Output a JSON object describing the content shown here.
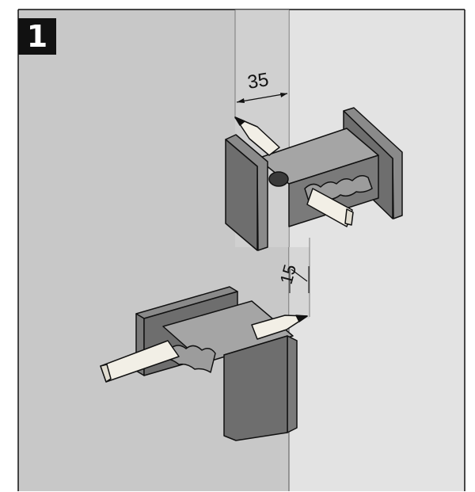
{
  "step_number": "1",
  "dimensions": {
    "top_offset": "35",
    "bottom_offset": "15"
  },
  "colors": {
    "left_wall": "#c8c8c8",
    "right_wall": "#e3e3e3",
    "bracket_dark": "#6e6e6e",
    "bracket_mid": "#8a8a8a",
    "bracket_light": "#a5a5a5",
    "pencil_body": "#f2efe6",
    "outline": "#111111"
  }
}
